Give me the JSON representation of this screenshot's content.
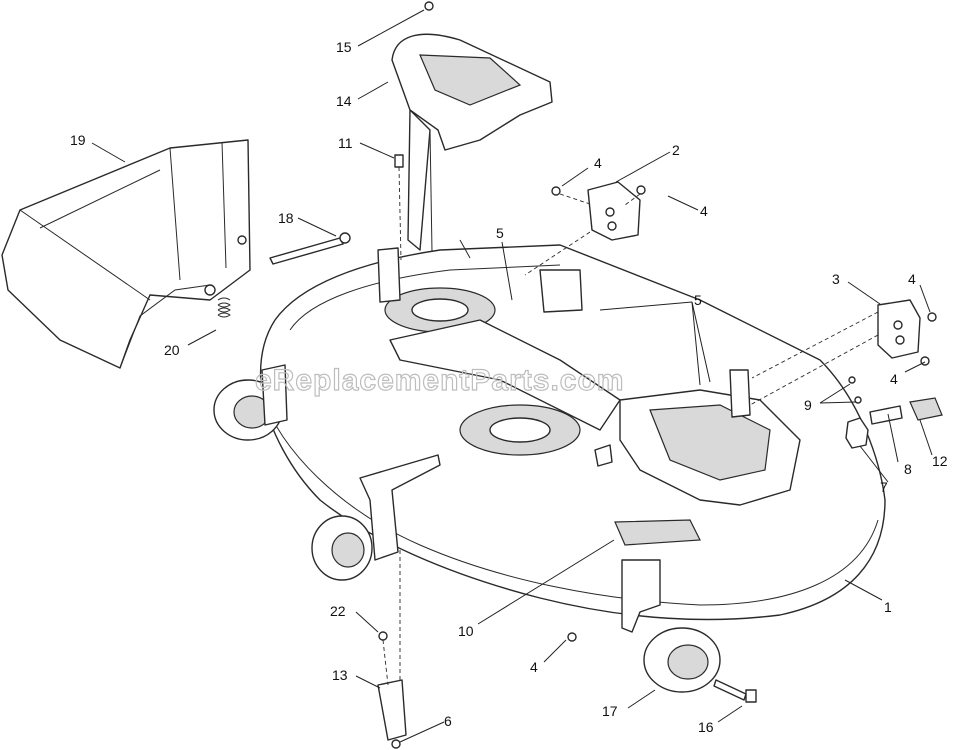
{
  "watermark": "eReplacementParts.com",
  "callouts": [
    {
      "id": "c15",
      "label": "15"
    },
    {
      "id": "c14",
      "label": "14"
    },
    {
      "id": "c19",
      "label": "19"
    },
    {
      "id": "c11",
      "label": "11"
    },
    {
      "id": "c4a",
      "label": "4"
    },
    {
      "id": "c2",
      "label": "2"
    },
    {
      "id": "c4b",
      "label": "4"
    },
    {
      "id": "c18",
      "label": "18"
    },
    {
      "id": "c5a",
      "label": "5"
    },
    {
      "id": "c3",
      "label": "3"
    },
    {
      "id": "c4c",
      "label": "4"
    },
    {
      "id": "c5b",
      "label": "5"
    },
    {
      "id": "c20",
      "label": "20"
    },
    {
      "id": "c4d",
      "label": "4"
    },
    {
      "id": "c9",
      "label": "9"
    },
    {
      "id": "c12",
      "label": "12"
    },
    {
      "id": "c8",
      "label": "8"
    },
    {
      "id": "c7",
      "label": "7"
    },
    {
      "id": "c1",
      "label": "1"
    },
    {
      "id": "c10",
      "label": "10"
    },
    {
      "id": "c22",
      "label": "22"
    },
    {
      "id": "c4e",
      "label": "4"
    },
    {
      "id": "c13",
      "label": "13"
    },
    {
      "id": "c17",
      "label": "17"
    },
    {
      "id": "c6",
      "label": "6"
    },
    {
      "id": "c16",
      "label": "16"
    }
  ]
}
